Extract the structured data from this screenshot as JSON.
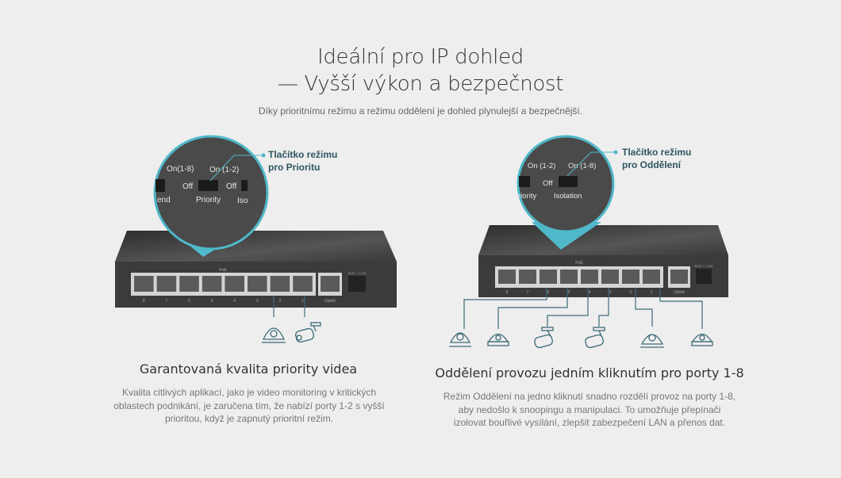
{
  "header": {
    "title_line1": "Ideální pro IP dohled",
    "title_line2": "— Vyšší výkon a bezpečnost",
    "subtitle": "Díky prioritnímu režimu a režimu oddělení je dohled plynulejší a bezpečnější."
  },
  "colors": {
    "accent": "#4fb8c9",
    "background": "#eeeeee",
    "switch_body": "#3a3a3a"
  },
  "priority": {
    "callout_line1": "Tlačítko režimu",
    "callout_line2": "pro Prioritu",
    "magnifier": {
      "on_left": "On(1-8)",
      "on_mid": "On (1-2)",
      "off1": "Off",
      "off2": "Off",
      "label_left": "end",
      "label_mid": "Priority",
      "label_right": "Iso"
    },
    "heading": "Garantovaná kvalita priority videa",
    "text": "Kvalita citlivých aplikací, jako je video monitoring v kritických oblastech podnikání, je zaručena tím, že nabízí porty 1-2 s vyšší prioritou, když je zapnutý prioritní režim."
  },
  "isolation": {
    "callout_line1": "Tlačítko režimu",
    "callout_line2": "pro Oddělení",
    "magnifier": {
      "on_left": "On (1-2)",
      "on_mid": "On (1-8)",
      "off1": "Off",
      "label_left": "riority",
      "label_mid": "Isolation"
    },
    "heading": "Oddělení provozu jedním kliknutím pro porty 1-8",
    "text": "Režim Oddělení na jedno kliknutí snadno rozdělí provoz na porty 1-8, aby nedošlo k snoopingu a manipulaci. To umožňuje přepínači izolovat bouřlivé vysílání, zlepšit zabezpečení LAN a přenos dat."
  },
  "switch": {
    "poe_label": "PoE",
    "ports": [
      "8",
      "7",
      "6",
      "5",
      "4",
      "3",
      "2",
      "1"
    ],
    "uplink_label": "Uplink",
    "power_label": "53.5V ⎓ 1.31A"
  }
}
